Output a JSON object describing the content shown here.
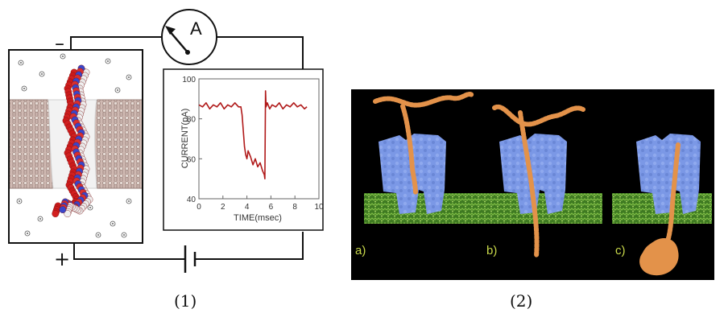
{
  "circuit": {
    "ammeter_symbol": "A",
    "minus_sign": "–",
    "plus_sign": "+"
  },
  "inset_chart": {
    "chart_data": {
      "type": "line",
      "title": "",
      "xlabel": "TIME(msec)",
      "ylabel": "CURRENT(pA)",
      "xlim": [
        0,
        10
      ],
      "ylim": [
        40,
        100
      ],
      "x_ticks": [
        "0",
        "2",
        "4",
        "6",
        "8",
        "10"
      ],
      "y_ticks": [
        "40",
        "60",
        "80",
        "100"
      ],
      "grid": false,
      "series": [
        {
          "x": [
            0.0,
            0.3,
            0.6,
            0.9,
            1.2,
            1.5,
            1.8,
            2.1,
            2.4,
            2.7,
            3.0,
            3.3,
            3.5,
            3.6,
            3.7,
            3.8,
            3.9,
            4.0,
            4.1,
            4.3,
            4.5,
            4.7,
            4.9,
            5.1,
            5.3,
            5.45,
            5.5,
            5.55,
            5.6,
            5.7,
            5.9,
            6.1,
            6.4,
            6.7,
            7.0,
            7.3,
            7.6,
            7.9,
            8.2,
            8.5,
            8.8,
            9.0
          ],
          "y": [
            87,
            86,
            88,
            85,
            87,
            86,
            88,
            85,
            87,
            86,
            88,
            86,
            86,
            82,
            74,
            66,
            62,
            60,
            64,
            61,
            57,
            60,
            56,
            58,
            54,
            52,
            50,
            94,
            86,
            88,
            85,
            87,
            86,
            88,
            85,
            87,
            86,
            88,
            86,
            87,
            85,
            86
          ]
        }
      ],
      "colors": {
        "line": "#b01919"
      }
    }
  },
  "panel2": {
    "labels": [
      "a)",
      "b)",
      "c)"
    ],
    "colors": {
      "background": "#000000",
      "protein": "#7b98e6",
      "membrane": "#5f9a33",
      "strand": "#e3924a",
      "label": "#c9d94a"
    }
  },
  "captions": {
    "left": "(1)",
    "right": "(2)"
  }
}
